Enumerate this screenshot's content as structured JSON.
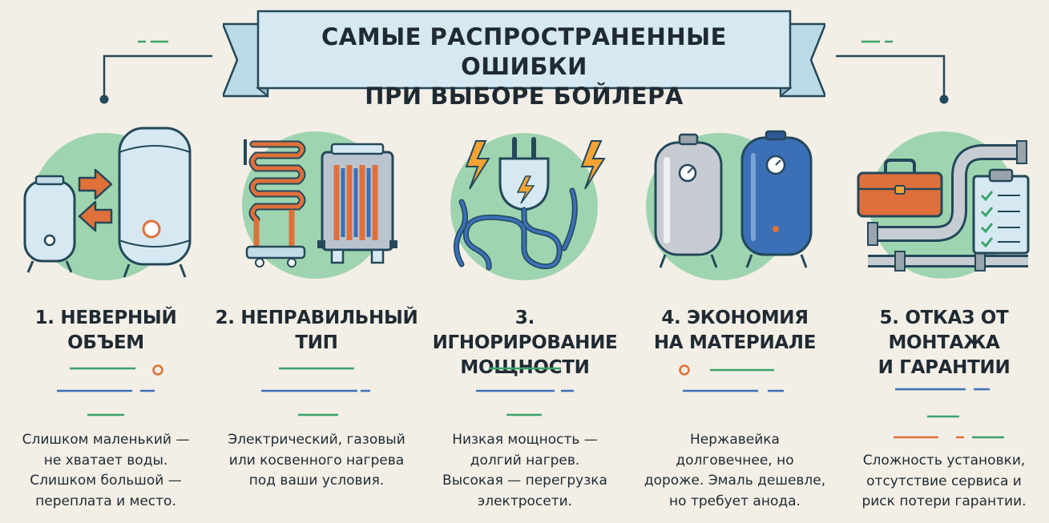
{
  "title": {
    "line1": "САМЫЕ РАСПРОСТРАНЕННЫЕ ОШИБКИ",
    "line2": "ПРИ ВЫБОРЕ БОЙЛЕРА"
  },
  "colors": {
    "background": "#f3efe6",
    "banner_fill": "#d6e9f2",
    "circle": "#9fd4b1",
    "accent_green": "#3aa36b",
    "accent_blue": "#3b6fb6",
    "accent_orange": "#e0703a",
    "text": "#1f2a33"
  },
  "sections": [
    {
      "heading_lines": [
        "1. НЕВЕРНЫЙ",
        "ОБЪЕМ"
      ],
      "desc_lines": [
        "Слишком маленький —",
        "не хватает воды.",
        "Слишком большой —",
        "переплата и место."
      ],
      "icons": [
        "small-boiler-icon",
        "arrows-icon",
        "large-boiler-icon"
      ]
    },
    {
      "heading_lines": [
        "2. НЕПРАВИЛЬНЫЙ",
        "ТИП"
      ],
      "desc_lines": [
        "Электрический, газовый",
        "или косвенного нагрева",
        "под ваши условия."
      ],
      "icons": [
        "heating-coil-icon",
        "heat-exchanger-icon"
      ]
    },
    {
      "heading_lines": [
        "3. ИГНОРИРОВАНИЕ",
        "МОЩНОСТИ"
      ],
      "desc_lines": [
        "Низкая мощность —",
        "долгий нагрев.",
        "Высокая — перегрузка",
        "электросети."
      ],
      "icons": [
        "power-plug-icon",
        "lightning-icon"
      ]
    },
    {
      "heading_lines": [
        "4. ЭКОНОМИЯ",
        "НА МАТЕРИАЛЕ"
      ],
      "desc_lines": [
        "Нержавейка",
        "долговечнее, но",
        "дороже. Эмаль дешевле,",
        "но требует анода."
      ],
      "icons": [
        "steel-tank-icon",
        "enamel-tank-icon"
      ]
    },
    {
      "heading_lines": [
        "5. ОТКАЗ ОТ",
        "МОНТАЖА",
        "И ГАРАНТИИ"
      ],
      "desc_lines": [
        "Сложность установки,",
        "отсутствие сервиса и",
        "риск потери гарантии."
      ],
      "icons": [
        "toolbox-icon",
        "pipes-icon",
        "checklist-icon"
      ]
    }
  ]
}
